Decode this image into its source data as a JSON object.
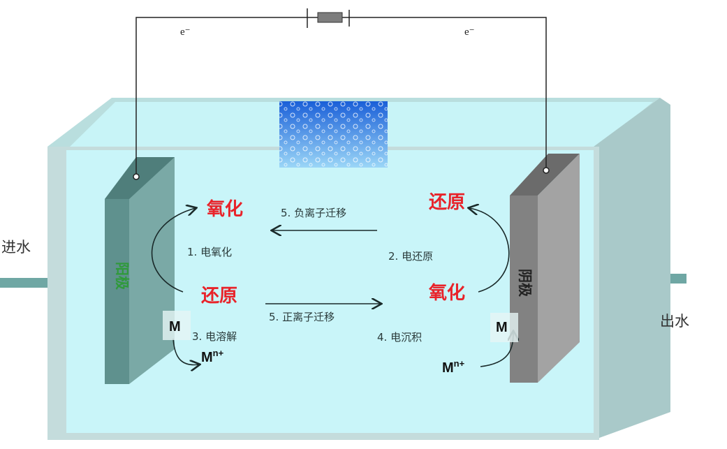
{
  "circuit": {
    "electron_left": "e⁻",
    "electron_right": "e⁻"
  },
  "tank": {
    "inlet": "进水",
    "outlet": "出水"
  },
  "anode": {
    "label": "阳极",
    "label_color": "#2f9a3a",
    "oxidized": "氧化",
    "reduced": "还原",
    "step1": "1. 电氧化",
    "step3": "3. 电溶解",
    "metal": "M",
    "ion": "M",
    "ion_charge": "n+"
  },
  "cathode": {
    "label": "阴极",
    "reduced": "还原",
    "oxidized": "氧化",
    "step2": "2. 电还原",
    "step4": "4. 电沉积",
    "metal": "M",
    "ion": "M",
    "ion_charge": "n+"
  },
  "migration": {
    "anion": "5. 负离子迁移",
    "cation": "5. 正离子迁移"
  },
  "colors": {
    "water": "#c9f5f9",
    "highlight": "#e8232a"
  }
}
